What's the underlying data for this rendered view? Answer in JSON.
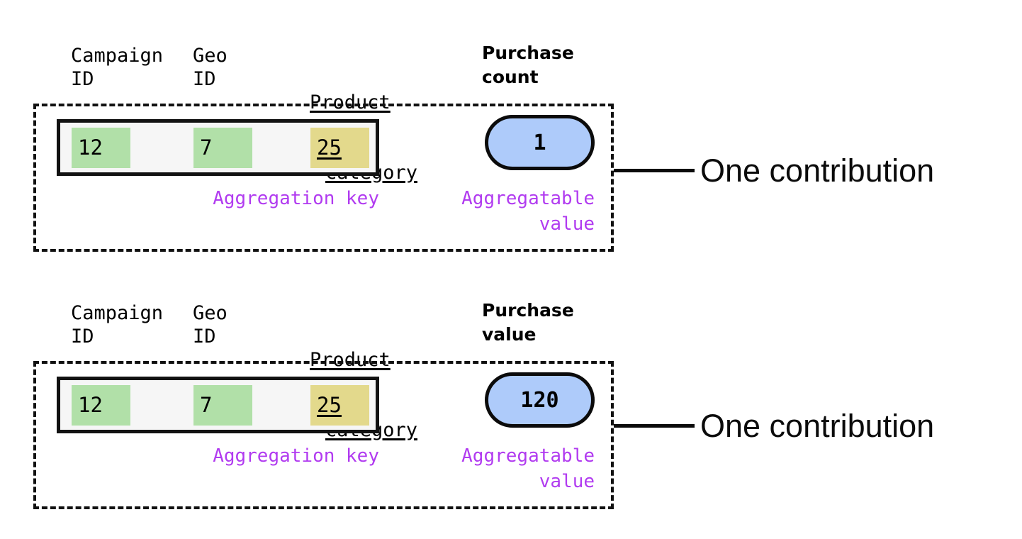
{
  "diagram": {
    "blocks": [
      {
        "id": "purchase-count",
        "headers": {
          "campaign": "Campaign\nID",
          "geo": "Geo\nID",
          "product_line1": "Product",
          "product_line2": "category",
          "measure": "Purchase\ncount"
        },
        "key_cells": [
          {
            "name": "campaign-id",
            "value": "12"
          },
          {
            "name": "geo-id",
            "value": "7"
          },
          {
            "name": "product-category",
            "value": "25"
          }
        ],
        "aggregatable_value": "1",
        "key_label": "Aggregation key",
        "value_label": "Aggregatable\n       value",
        "caption": "One contribution"
      },
      {
        "id": "purchase-value",
        "headers": {
          "campaign": "Campaign\nID",
          "geo": "Geo\nID",
          "product_line1": "Product",
          "product_line2": "category",
          "measure": "Purchase\nvalue"
        },
        "key_cells": [
          {
            "name": "campaign-id",
            "value": "12"
          },
          {
            "name": "geo-id",
            "value": "7"
          },
          {
            "name": "product-category",
            "value": "25"
          }
        ],
        "aggregatable_value": "120",
        "key_label": "Aggregation key",
        "value_label": "Aggregatable\n       value",
        "caption": "One contribution"
      }
    ],
    "colors": {
      "key_cell_green": "#b1e0a8",
      "key_cell_yellow": "#e3d98c",
      "value_pill_blue": "#aecbfa",
      "annotation_purple": "#b13bf0",
      "outline_black": "#0b0b0b",
      "key_box_background": "#f6f6f6"
    }
  }
}
